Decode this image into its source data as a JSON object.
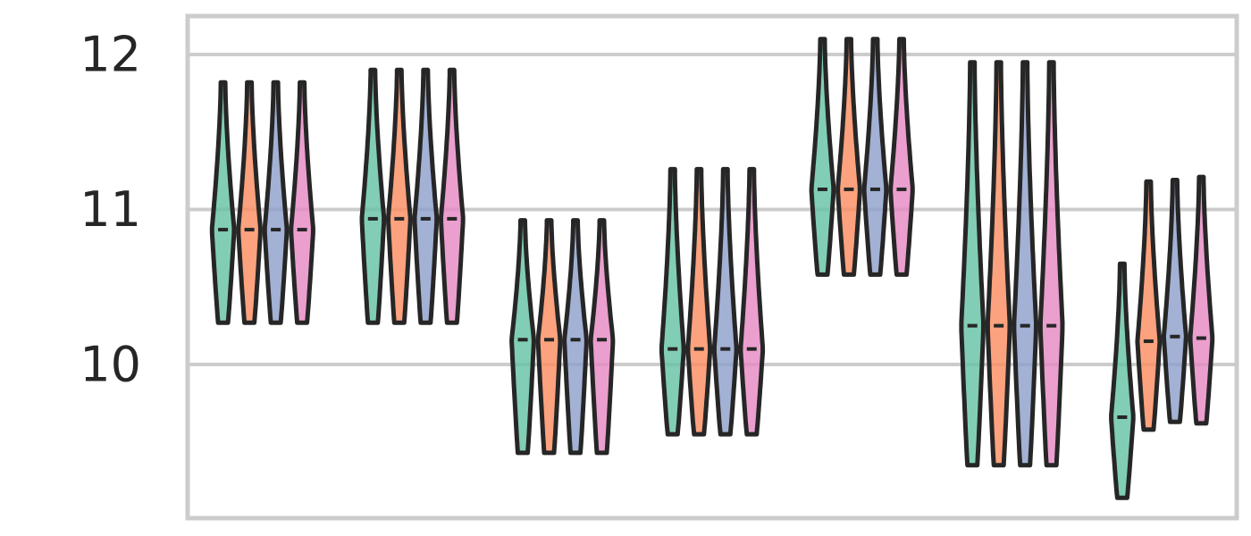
{
  "chart_data": {
    "type": "violin",
    "title": "",
    "xlabel": "",
    "ylabel": "",
    "ylim": [
      9.0,
      12.25
    ],
    "yticks": [
      10,
      11,
      12
    ],
    "ytick_labels": [
      "10",
      "11",
      "12"
    ],
    "grid": true,
    "legend": "none",
    "hue_colors": [
      "#66c2a5",
      "#fc8d62",
      "#8da0cb",
      "#e78ac3"
    ],
    "groups": [
      {
        "violins": [
          {
            "min": 10.27,
            "max": 11.82,
            "median": 10.87
          },
          {
            "min": 10.27,
            "max": 11.82,
            "median": 10.87
          },
          {
            "min": 10.27,
            "max": 11.82,
            "median": 10.87
          },
          {
            "min": 10.27,
            "max": 11.82,
            "median": 10.87
          }
        ]
      },
      {
        "violins": [
          {
            "min": 10.27,
            "max": 11.9,
            "median": 10.94
          },
          {
            "min": 10.27,
            "max": 11.9,
            "median": 10.94
          },
          {
            "min": 10.27,
            "max": 11.9,
            "median": 10.94
          },
          {
            "min": 10.27,
            "max": 11.9,
            "median": 10.94
          }
        ]
      },
      {
        "violins": [
          {
            "min": 9.43,
            "max": 10.93,
            "median": 10.16
          },
          {
            "min": 9.43,
            "max": 10.93,
            "median": 10.16
          },
          {
            "min": 9.43,
            "max": 10.93,
            "median": 10.16
          },
          {
            "min": 9.43,
            "max": 10.93,
            "median": 10.16
          }
        ]
      },
      {
        "violins": [
          {
            "min": 9.55,
            "max": 11.26,
            "median": 10.1
          },
          {
            "min": 9.55,
            "max": 11.26,
            "median": 10.1
          },
          {
            "min": 9.55,
            "max": 11.26,
            "median": 10.1
          },
          {
            "min": 9.55,
            "max": 11.26,
            "median": 10.1
          }
        ]
      },
      {
        "violins": [
          {
            "min": 10.58,
            "max": 12.1,
            "median": 11.13
          },
          {
            "min": 10.58,
            "max": 12.1,
            "median": 11.13
          },
          {
            "min": 10.58,
            "max": 12.1,
            "median": 11.13
          },
          {
            "min": 10.58,
            "max": 12.1,
            "median": 11.13
          }
        ]
      },
      {
        "violins": [
          {
            "min": 9.35,
            "max": 11.95,
            "median": 10.25
          },
          {
            "min": 9.35,
            "max": 11.95,
            "median": 10.25
          },
          {
            "min": 9.35,
            "max": 11.95,
            "median": 10.25
          },
          {
            "min": 9.35,
            "max": 11.95,
            "median": 10.25
          }
        ]
      },
      {
        "violins": [
          {
            "min": 9.14,
            "max": 10.65,
            "median": 9.66
          },
          {
            "min": 9.58,
            "max": 11.18,
            "median": 10.15
          },
          {
            "min": 9.63,
            "max": 11.19,
            "median": 10.18
          },
          {
            "min": 9.62,
            "max": 11.21,
            "median": 10.17
          }
        ]
      }
    ]
  }
}
